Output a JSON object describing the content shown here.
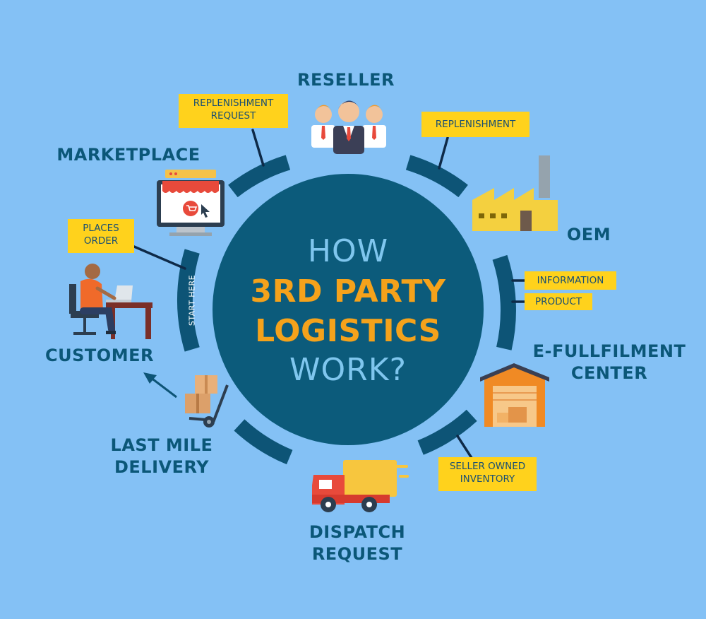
{
  "center": {
    "line1": "HOW",
    "line2": "3RD PARTY",
    "line3": "LOGISTICS",
    "line4": "WORK?"
  },
  "start_label": "START HERE",
  "nodes": {
    "reseller": "RESELLER",
    "marketplace": "MARKETPLACE",
    "oem": "OEM",
    "customer": "CUSTOMER",
    "efulfilment_line1": "E-FULLFILMENT",
    "efulfilment_line2": "CENTER",
    "last_mile_line1": "LAST MILE",
    "last_mile_line2": "DELIVERY",
    "dispatch_line1": "DISPATCH",
    "dispatch_line2": "REQUEST"
  },
  "tags": {
    "replenishment_request_line1": "REPLENISHMENT",
    "replenishment_request_line2": "REQUEST",
    "replenishment": "REPLENISHMENT",
    "places_order_line1": "PLACES",
    "places_order_line2": "ORDER",
    "information": "INFORMATION",
    "product": "PRODUCT",
    "seller_owned_line1": "SELLER OWNED",
    "seller_owned_line2": "INVENTORY"
  },
  "colors": {
    "background": "#84c1f5",
    "circle": "#0c5b7b",
    "ring": "#0d5476",
    "tag_fill": "#ffd21c",
    "label_text": "#0b5778",
    "accent_orange": "#f5a21b",
    "light_text": "#7fc6ee"
  }
}
